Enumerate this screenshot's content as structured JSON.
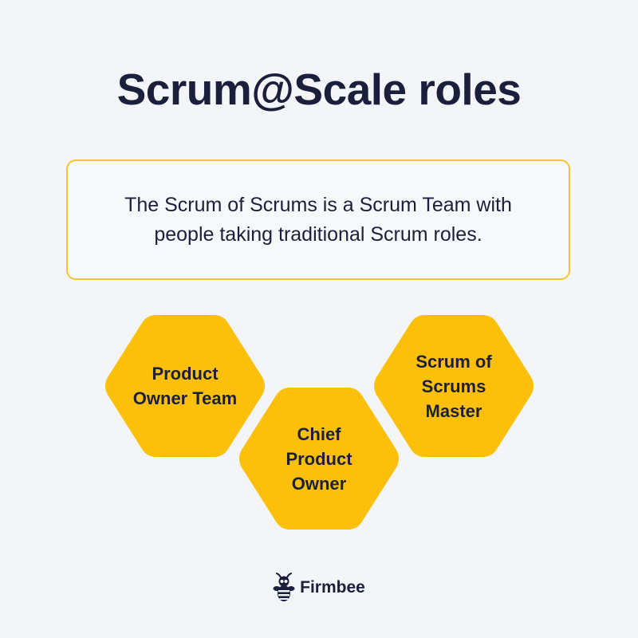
{
  "title": "Scrum@Scale roles",
  "description": "The Scrum of Scrums is a Scrum Team with people taking traditional Scrum roles.",
  "roles": [
    {
      "label": "Product Owner Team"
    },
    {
      "label": "Chief Product Owner"
    },
    {
      "label": "Scrum of Scrums Master"
    }
  ],
  "brand": {
    "name": "Firmbee",
    "logo_icon": "bee-mascot-icon"
  },
  "colors": {
    "background": "#f4f5f8",
    "accent": "#fcbf0a",
    "text": "#1b1f3b",
    "border": "#f5c531"
  }
}
